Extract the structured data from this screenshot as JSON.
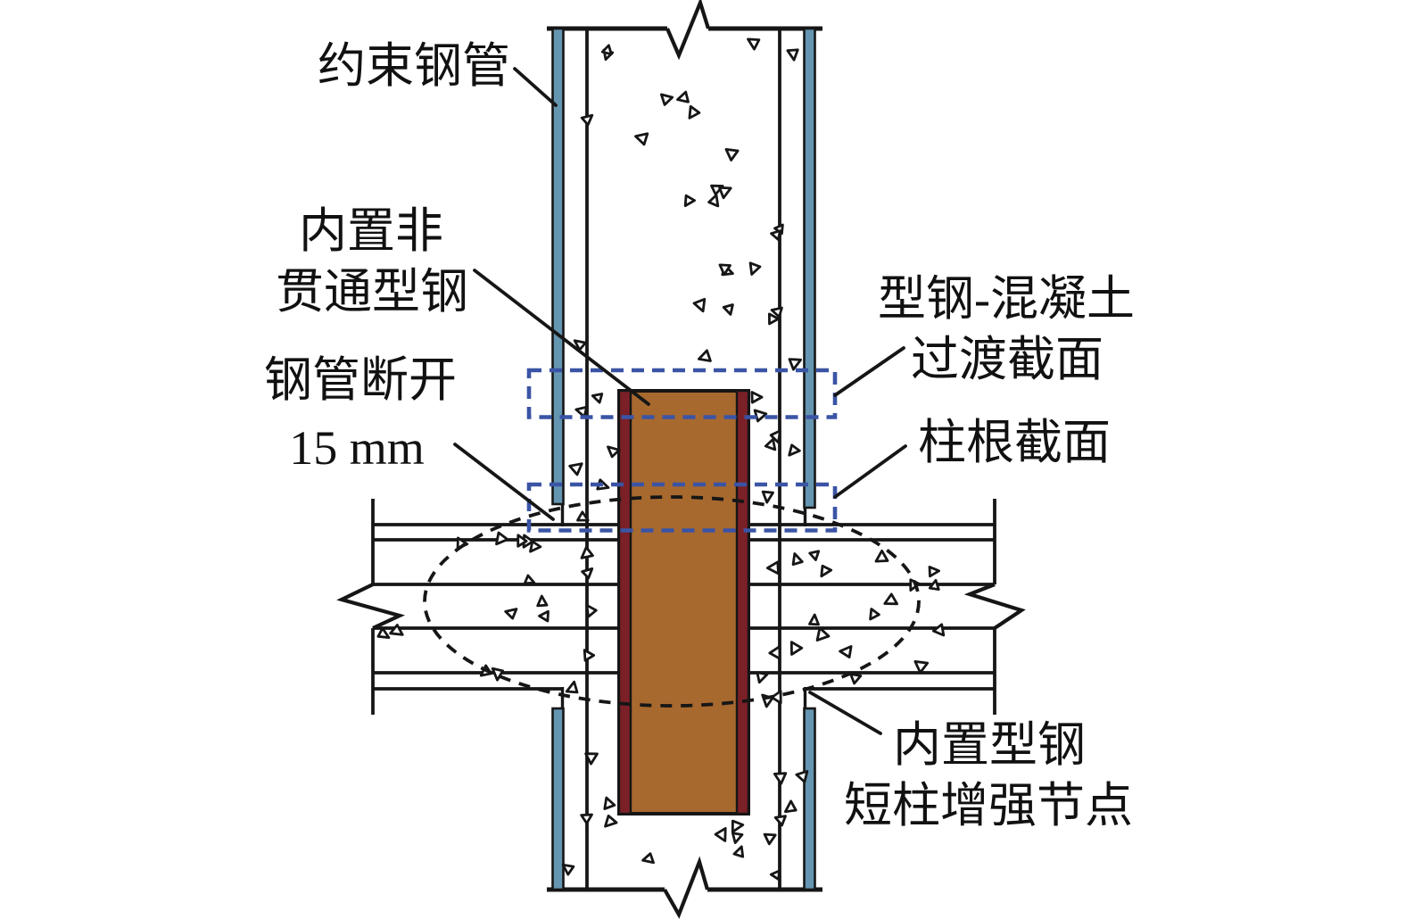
{
  "diagram": {
    "labels": {
      "confining_tube": "约束钢管",
      "embedded_steel_line1": "内置非",
      "embedded_steel_line2": "贯通型钢",
      "tube_break_line1": "钢管断开",
      "tube_break_line2": "15 mm",
      "transition_section_line1": "型钢-混凝土",
      "transition_section_line2": "过渡截面",
      "column_root_section": "柱根截面",
      "joint_label_line1": "内置型钢",
      "joint_label_line2": "短柱增强节点"
    },
    "colors": {
      "outline": "#161616",
      "confining_tube_fill": "#6495b1",
      "steel_flange_fill": "#7b2027",
      "steel_web_fill": "#a8692f",
      "section_box_dash": "#3a54a5",
      "text": "#111111",
      "background": "#ffffff"
    }
  }
}
